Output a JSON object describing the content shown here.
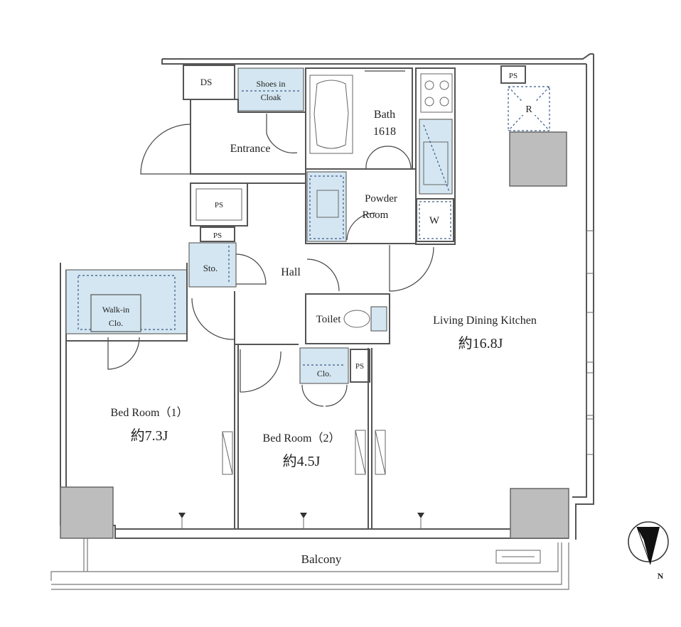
{
  "rooms": {
    "ds": "DS",
    "shoes_in_cloak_line1": "Shoes in",
    "shoes_in_cloak_line2": "Cloak",
    "bath_line1": "Bath",
    "bath_line2": "1618",
    "ps_top_right": "PS",
    "refrigerator": "R",
    "entrance": "Entrance",
    "ps_left": "PS",
    "powder_room_line1": "Powder",
    "powder_room_line2": "Room",
    "washer": "W",
    "ps_small": "PS",
    "storage": "Sto.",
    "hall": "Hall",
    "walk_in_closet_line1": "Walk-in",
    "walk_in_closet_line2": "Clo.",
    "toilet": "Toilet",
    "ldk_label": "Living Dining Kitchen",
    "ldk_size": "約16.8J",
    "closet": "Clo.",
    "ps_closet": "PS",
    "bedroom1_label": "Bed Room（1）",
    "bedroom1_size": "約7.3J",
    "bedroom2_label": "Bed Room（2）",
    "bedroom2_size": "約4.5J",
    "balcony": "Balcony",
    "compass_north": "N"
  },
  "colors": {
    "wall_outline": "#555555",
    "column_fill": "#bdbdbd",
    "storage_fill": "#d4e6f1"
  },
  "icons": [
    "compass-icon",
    "stove-icon",
    "bathtub-icon",
    "toilet-icon",
    "sink-icon",
    "door-icon",
    "window-icon"
  ]
}
